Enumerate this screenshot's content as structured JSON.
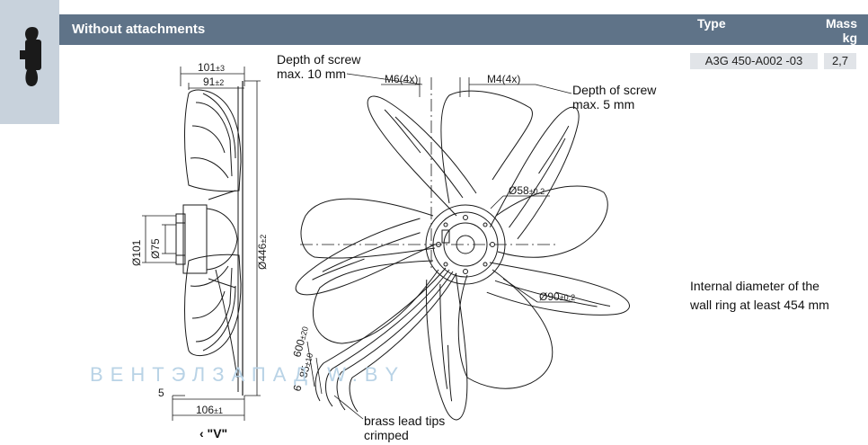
{
  "header": {
    "title": "Without attachments",
    "type_label": "Type",
    "mass_label": "Mass",
    "mass_unit": "kg"
  },
  "product": {
    "type": "A3G 450-A002 -03",
    "mass": "2,7"
  },
  "notes": {
    "depth_left_1": "Depth of screw",
    "depth_left_2": "max. 10 mm",
    "depth_right_1": "Depth of screw",
    "depth_right_2": "max. 5 mm",
    "wall_ring_1": "Internal diameter of the",
    "wall_ring_2": "wall ring at least 454 mm",
    "brass_1": "brass lead tips",
    "brass_2": "crimped",
    "view_label": "‹ \"V\""
  },
  "dimensions": {
    "w101": "101",
    "w101_tol": "±3",
    "w91": "91",
    "w91_tol": "±2",
    "d101": "Ø101",
    "d75": "Ø75",
    "d446": "Ø446",
    "d446_tol": "±2",
    "w5": "5",
    "w106": "106",
    "w106_tol": "±1",
    "m6": "M6(4x)",
    "m4": "M4(4x)",
    "d58": "Ø58",
    "d58_tol": "±0.2",
    "d90": "Ø90",
    "d90_tol": "±0.2",
    "l600": "600",
    "l600_tol": "±20",
    "l85": "85",
    "l85_tol": "±10",
    "l6": "6"
  },
  "watermark": "ВЕНТЭЛЗАПАД   W.BY",
  "icons": {
    "side_icon": "fan-blade-icon"
  },
  "colors": {
    "header_bg": "#5f7388",
    "side_bg": "#c8d2dc",
    "cell_bg": "#e1e4e8"
  }
}
